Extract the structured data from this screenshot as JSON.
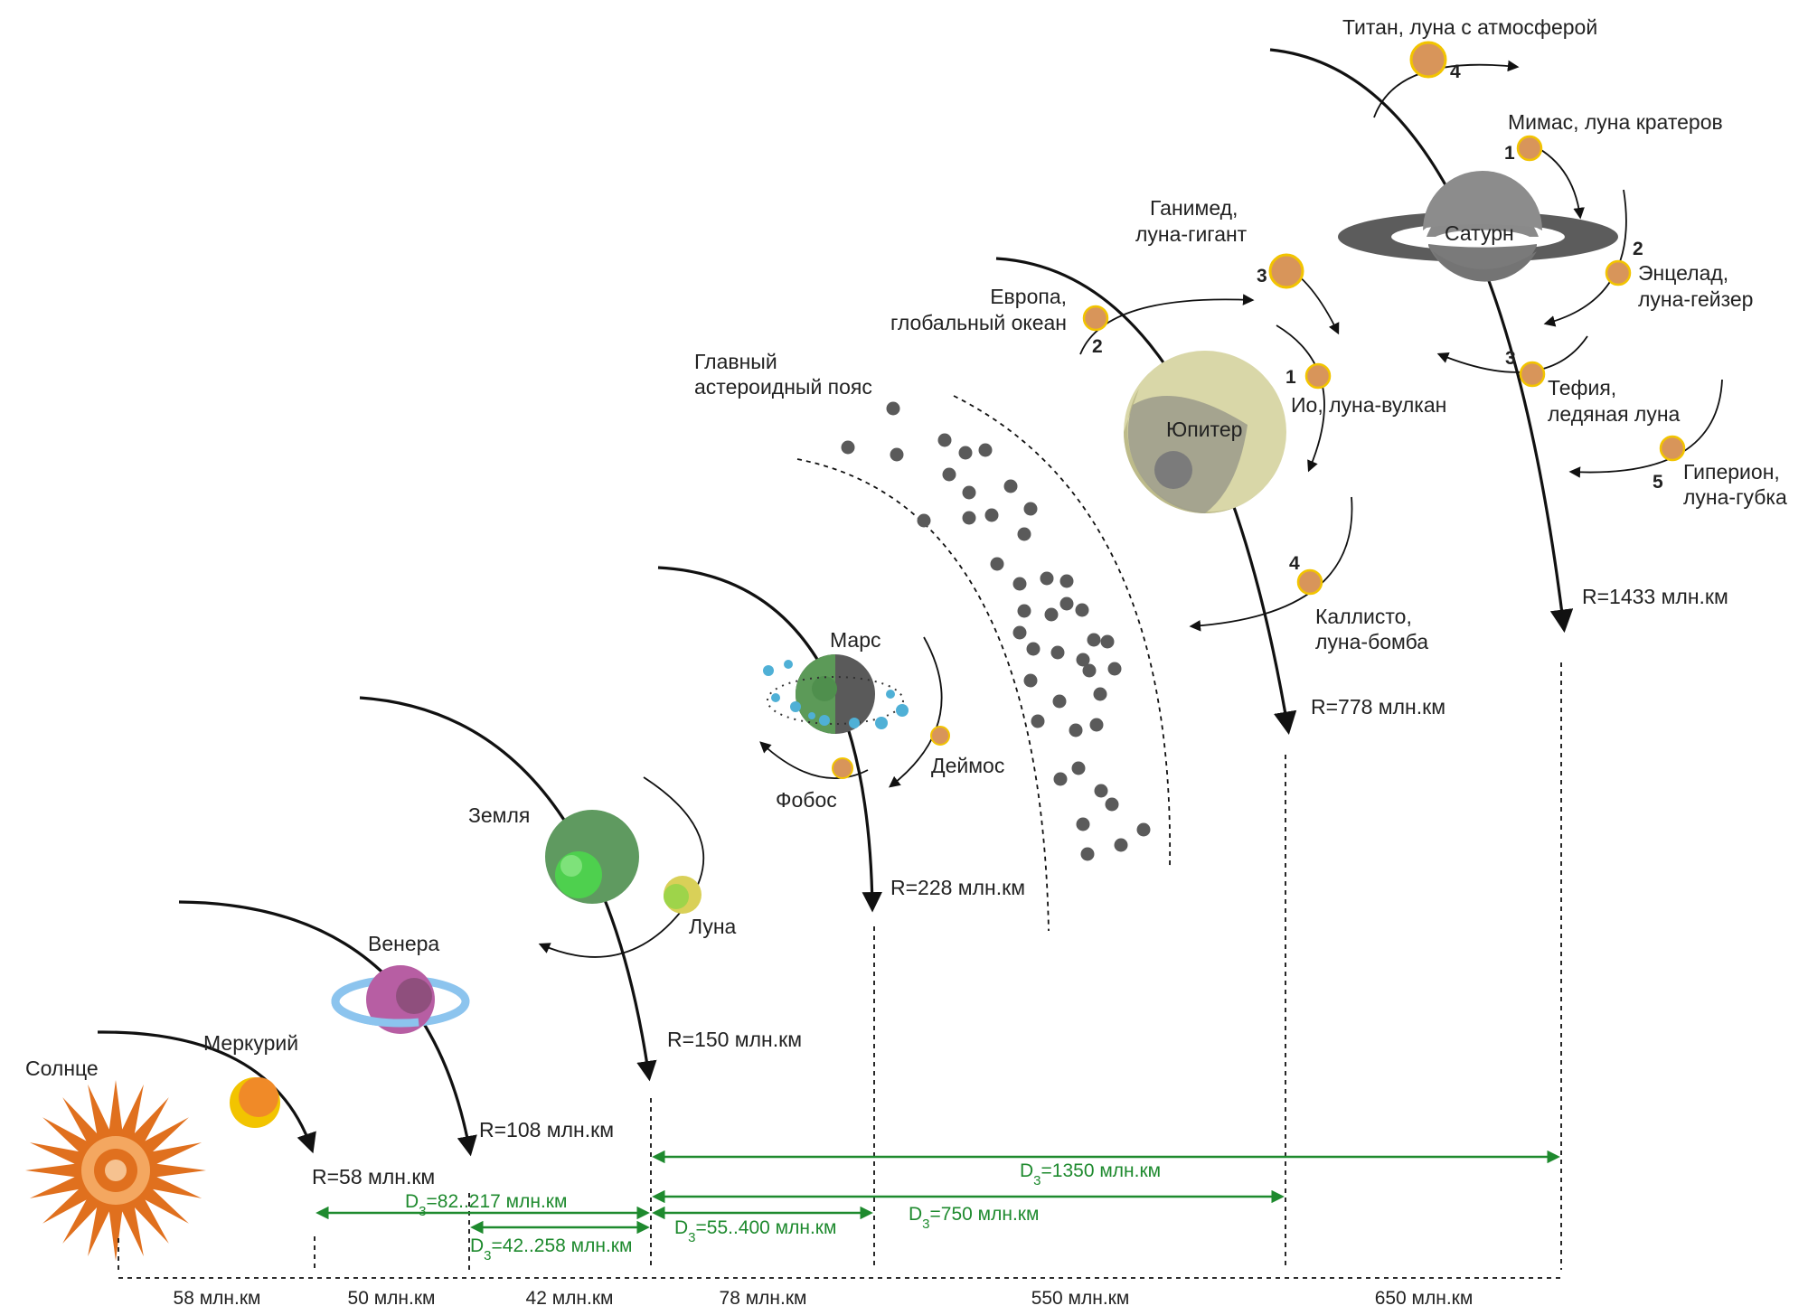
{
  "bodies": {
    "sun": "Солнце",
    "mercury": "Меркурий",
    "venus": "Венера",
    "earth": "Земля",
    "moon": "Луна",
    "mars": "Марс",
    "phobos": "Фобос",
    "deimos": "Деймос",
    "belt_line1": "Главный",
    "belt_line2": "астероидный пояс",
    "jupiter": "Юпитер",
    "saturn": "Сатурн"
  },
  "radii": {
    "mercury": "R=58 млн.км",
    "venus": "R=108 млн.км",
    "earth": "R=150 млн.км",
    "mars": "R=228 млн.км",
    "jupiter": "R=778 млн.км",
    "saturn": "R=1433 млн.км"
  },
  "jupiter_moons": [
    {
      "num": "1",
      "line1": "Ио, луна-вулкан",
      "line2": ""
    },
    {
      "num": "2",
      "line1": "Европа,",
      "line2": "глобальный океан"
    },
    {
      "num": "3",
      "line1": "Ганимед,",
      "line2": "луна-гигант"
    },
    {
      "num": "4",
      "line1": "Каллисто,",
      "line2": "луна-бомба"
    }
  ],
  "saturn_moons": [
    {
      "num": "1",
      "line1": "Мимас, луна кратеров",
      "line2": ""
    },
    {
      "num": "2",
      "line1": "Энцелад,",
      "line2": "луна-гейзер"
    },
    {
      "num": "3",
      "line1": "Тефия,",
      "line2": "ледяная луна"
    },
    {
      "num": "4",
      "line1": "Титан, луна с атмосферой",
      "line2": ""
    },
    {
      "num": "5",
      "line1": "Гиперион,",
      "line2": "луна-губка"
    }
  ],
  "transfer": [
    {
      "prefix": "D",
      "sub": "3",
      "value": "=82..217 млн.км"
    },
    {
      "prefix": "D",
      "sub": "3",
      "value": "=42..258 млн.км"
    },
    {
      "prefix": "D",
      "sub": "3",
      "value": "=55..400 млн.км"
    },
    {
      "prefix": "D",
      "sub": "3",
      "value": "=750 млн.км"
    },
    {
      "prefix": "D",
      "sub": "3",
      "value": "=1350 млн.км"
    }
  ],
  "gaps": [
    "58 млн.км",
    "50 млн.км",
    "42 млн.км",
    "78 млн.км",
    "550 млн.км",
    "650 млн.км"
  ],
  "colors": {
    "sun": "#e0701e",
    "green_arrow": "#1e8a2e",
    "earth": "#5f9a60",
    "jupiter": "#d9d7a8",
    "saturn": "#8a8a8a",
    "moon_orange": "#d8955a",
    "moon_yellow": "#f2c400"
  }
}
